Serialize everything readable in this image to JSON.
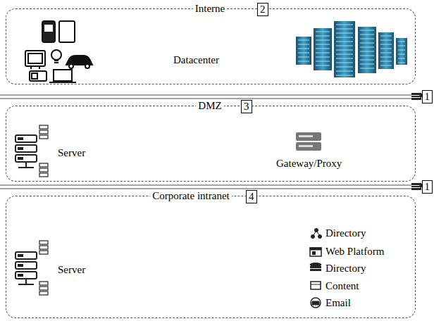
{
  "diagram": {
    "nodes": [
      {
        "text": [
          "Interne"
        ]
      },
      {
        "text": [
          "2"
        ],
        "in": 0
      },
      {
        "text": [
          "DMZ"
        ]
      },
      {
        "text": [
          "3"
        ],
        "in": 2
      },
      {
        "text": [
          "Corporate intranet"
        ]
      },
      {
        "text": [
          "4"
        ],
        "in": 4
      },
      {
        "text": [
          "1"
        ]
      },
      {
        "text": [
          "1"
        ]
      }
    ],
    "edges": [],
    "labels": [
      "Datacenter",
      "Server",
      "Gateway/Proxy",
      "Server",
      "Directory",
      "Web Platform",
      "Directory",
      "Content",
      "Email"
    ]
  }
}
